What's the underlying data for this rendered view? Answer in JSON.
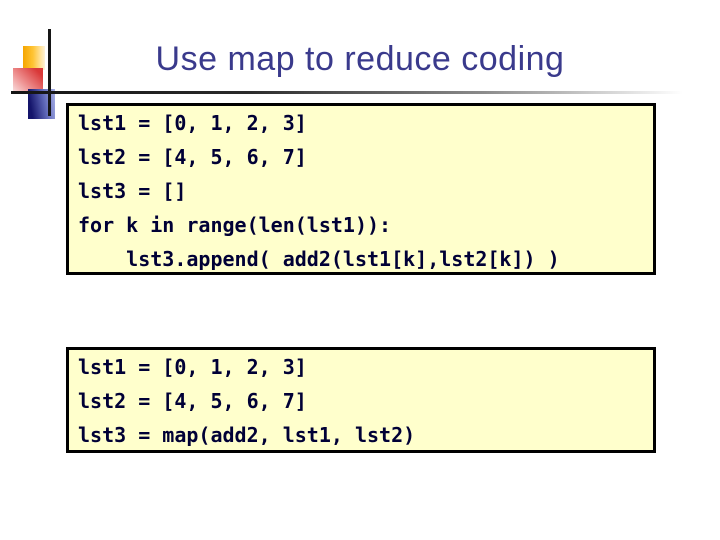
{
  "slide": {
    "title": "Use map to reduce coding"
  },
  "code_box_loop": {
    "lines": [
      "lst1 = [0, 1, 2, 3]",
      "lst2 = [4, 5, 6, 7]",
      "lst3 = []",
      "for k in range(len(lst1)):",
      "    lst3.append( add2(lst1[k],lst2[k]) )"
    ]
  },
  "code_box_map": {
    "lines": [
      "lst1 = [0, 1, 2, 3]",
      "lst2 = [4, 5, 6, 7]",
      "lst3 = map(add2, lst1, lst2)"
    ]
  },
  "colors": {
    "title_text": "#3a3a8c",
    "code_text": "#000036",
    "box_fill": "#ffffcc",
    "box_border": "#000000",
    "deco_gold": "#ffc433",
    "deco_red": "#d93838",
    "deco_blue": "#15156b"
  }
}
